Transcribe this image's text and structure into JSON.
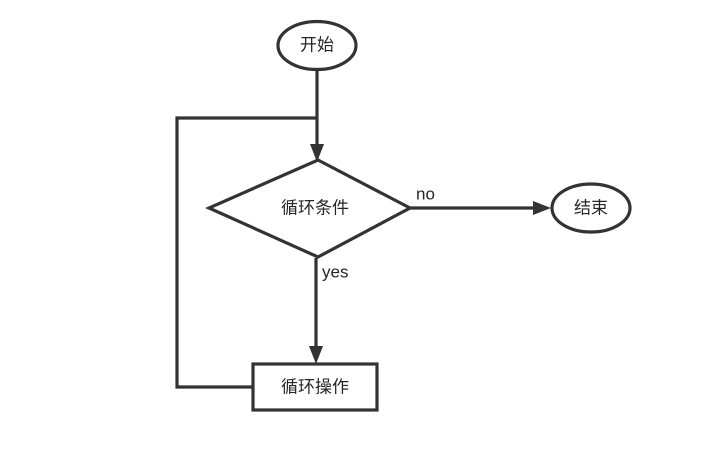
{
  "diagram": {
    "type": "flowchart",
    "background_color": "#ffffff",
    "stroke_color": "#333333",
    "text_color": "#262626",
    "nodes": {
      "start": {
        "label": "开始",
        "shape": "ellipse"
      },
      "condition": {
        "label": "循环条件",
        "shape": "diamond"
      },
      "operation": {
        "label": "循环操作",
        "shape": "rectangle"
      },
      "end": {
        "label": "结束",
        "shape": "ellipse"
      }
    },
    "edges": {
      "start_to_condition": {
        "label": ""
      },
      "condition_to_end": {
        "label": "no"
      },
      "condition_to_operation": {
        "label": "yes"
      },
      "operation_to_condition": {
        "label": ""
      }
    }
  }
}
